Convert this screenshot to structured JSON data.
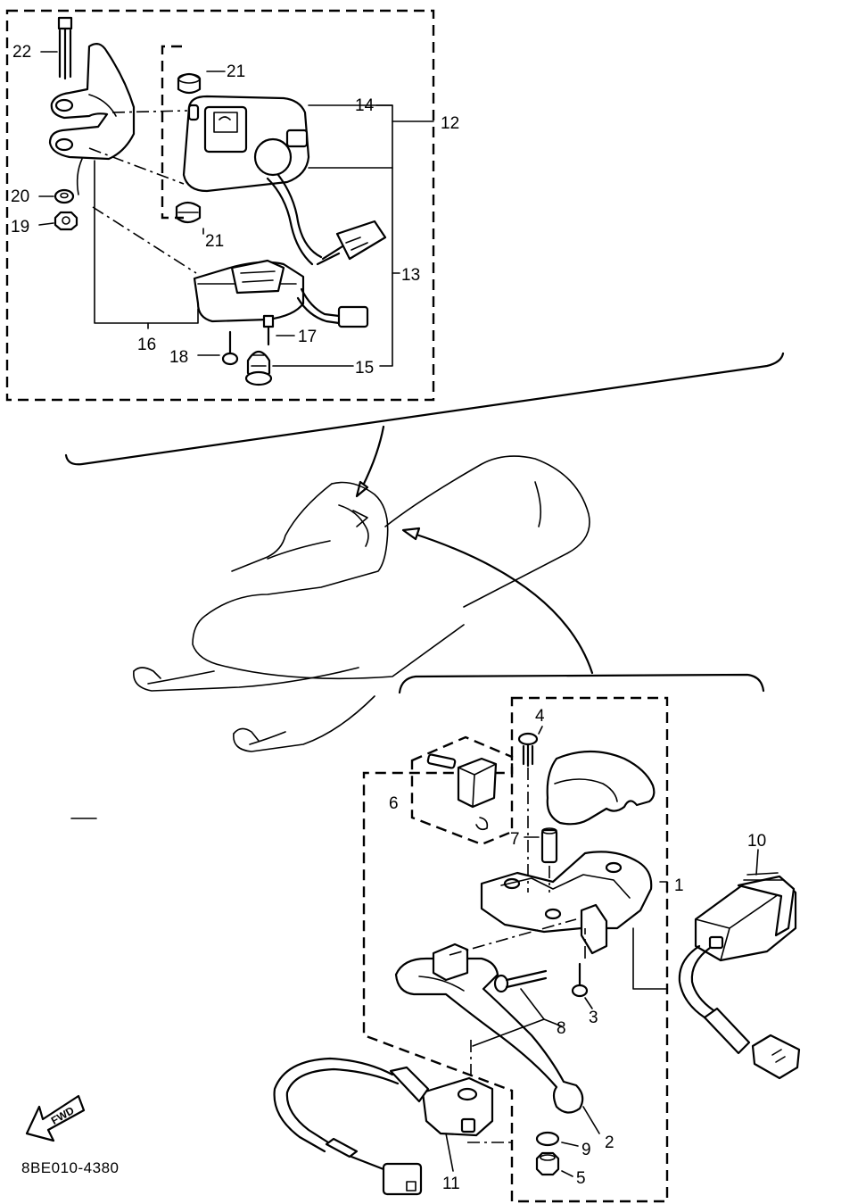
{
  "diagram": {
    "code": "8BE010-4380",
    "fwd_label": "FWD",
    "part_labels": {
      "p1": "1",
      "p2": "2",
      "p3": "3",
      "p4": "4",
      "p5": "5",
      "p6": "6",
      "p7": "7",
      "p8": "8",
      "p9": "9",
      "p10": "10",
      "p11": "11",
      "p12": "12",
      "p13": "13",
      "p14": "14",
      "p15": "15",
      "p16": "16",
      "p17": "17",
      "p18": "18",
      "p19": "19",
      "p20": "20",
      "p21a": "21",
      "p21b": "21",
      "p22": "22"
    }
  }
}
